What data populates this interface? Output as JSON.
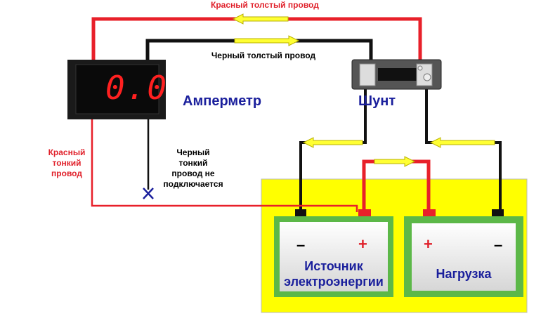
{
  "labels": {
    "red_thick_wire": "Красный толстый провод",
    "black_thick_wire": "Черный толстый провод",
    "ammeter": "Амперметр",
    "shunt": "Шунт",
    "red_thin_wire": [
      "Красный",
      "тонкий",
      "провод"
    ],
    "black_thin_wire": [
      "Черный",
      "тонкий",
      "провод не",
      "подключается"
    ],
    "source": [
      "Источник",
      "электроэнергии"
    ],
    "load": "Нагрузка",
    "minus": "–",
    "plus": "+"
  },
  "ammeter_display": "0.0",
  "colors": {
    "red": "#e8202a",
    "black": "#111111",
    "yellow": "#ffff00",
    "green": "#5cb848",
    "blue": "#1a1f9c",
    "arrow": "#ffff33"
  }
}
